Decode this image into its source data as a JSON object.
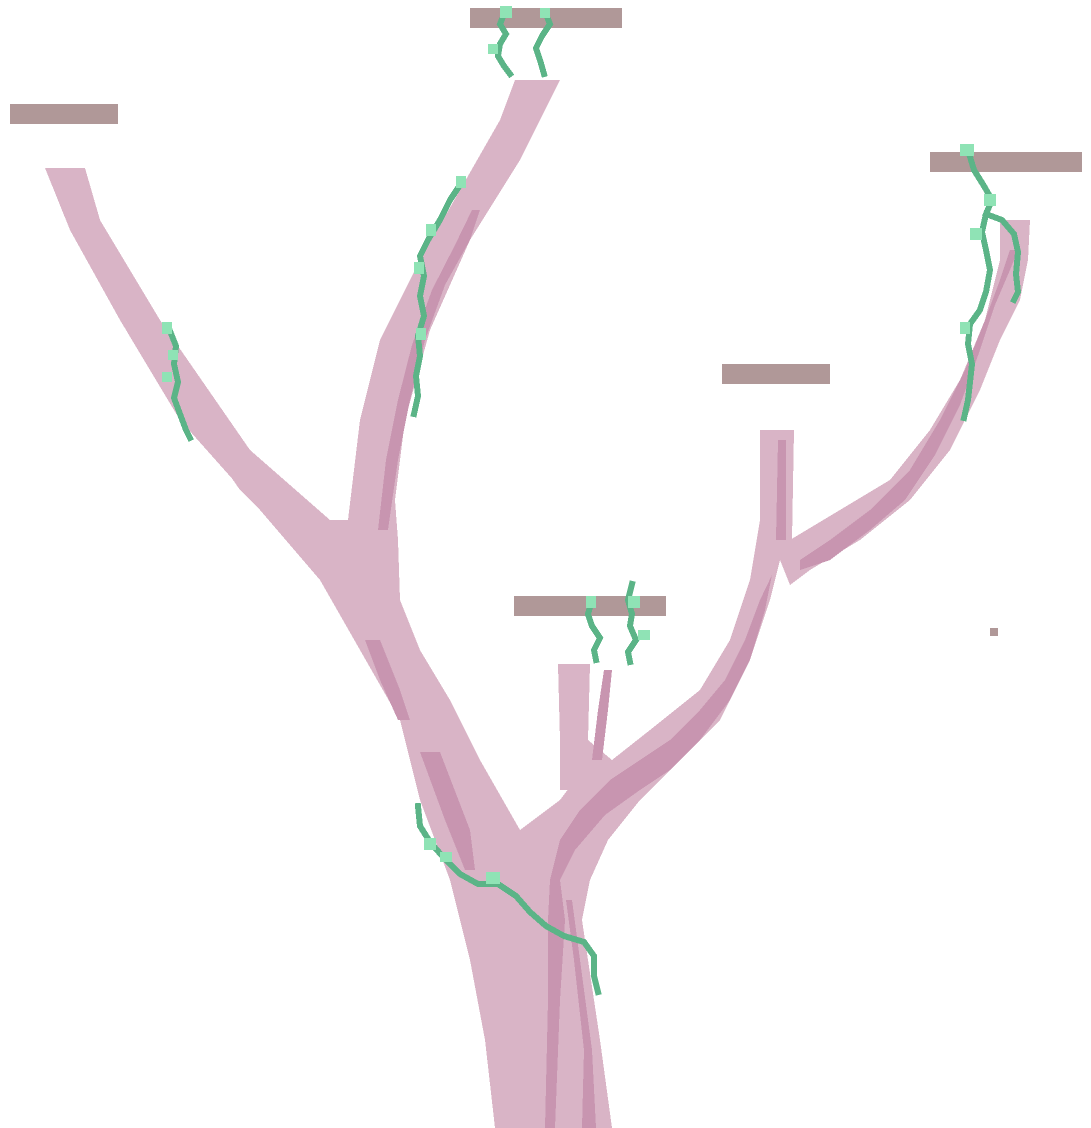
{
  "scene": {
    "background_color": "#ffffff",
    "colors": {
      "bark": "#d9b4c6",
      "bark_shadow": "#c895b0",
      "platform": "#b09898",
      "vine": "#5bb487",
      "vine_highlight": "#8fe3b5"
    },
    "objects": {
      "tree": {
        "name": "pixel-tree",
        "branches": 6,
        "leaves_visible": false
      },
      "platforms": {
        "count": 6
      },
      "vines": {
        "count": 10
      }
    }
  }
}
